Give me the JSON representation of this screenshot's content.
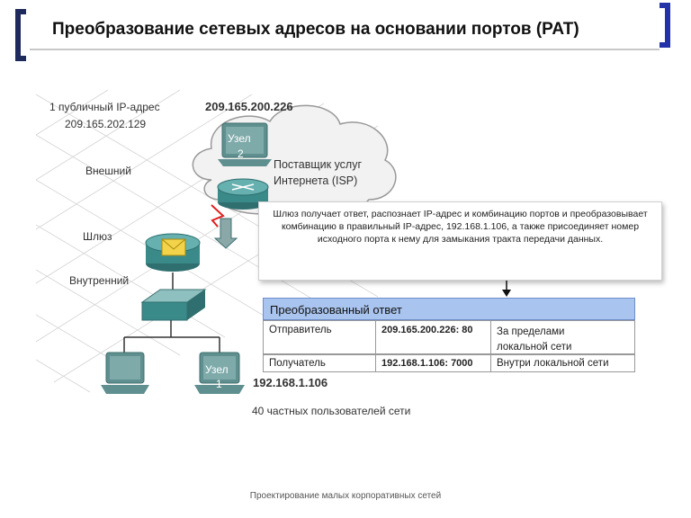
{
  "title": "Преобразование сетевых адресов на основании портов (PAT)",
  "labels": {
    "public_ip_line1": "1 публичный IP-адрес",
    "public_ip_line2": "209.165.202.129",
    "node2_ip": "209.165.200.226",
    "node2_line1": "Узел",
    "node2_line2": "2",
    "isp_line1": "Поставщик услуг",
    "isp_line2": "Интернета (ISP)",
    "external": "Внешний",
    "gateway": "Шлюз",
    "internal": "Внутренний",
    "node1_line1": "Узел",
    "node1_line2": "1",
    "node1_ip": "192.168.1.106",
    "private_users": "40 частных пользователей сети"
  },
  "callout": {
    "line1": "Шлюз получает ответ, распознает IP-адрес и комбинацию портов и преобразовывает",
    "line2": "комбинацию в правильный IP-адрес, 192.168.1.106, а также присоединяет номер",
    "line3": "исходного порта к нему для замыкания тракта передачи данных."
  },
  "table": {
    "header": "Преобразованный ответ",
    "rows": [
      {
        "label": "Отправитель",
        "address": "209.165.200.226: 80",
        "note_line1": "За пределами",
        "note_line2": "локальной сети"
      },
      {
        "label": "Получатель",
        "address": "192.168.1.106: 7000",
        "note_line1": "Внутри локальной сети",
        "note_line2": ""
      }
    ]
  },
  "footer": "Проектирование малых корпоративных сетей",
  "colors": {
    "title_bracket_left": "#1f2a5c",
    "title_bracket_right": "#2233aa",
    "table_header": "#a9c4ee",
    "router": "#3a8a8a",
    "lightning": "#e02020"
  },
  "icons": [
    "cloud-icon",
    "router-icon",
    "switch-icon",
    "pc-icon",
    "arrow-down-icon",
    "lightning-icon",
    "envelope-icon"
  ]
}
